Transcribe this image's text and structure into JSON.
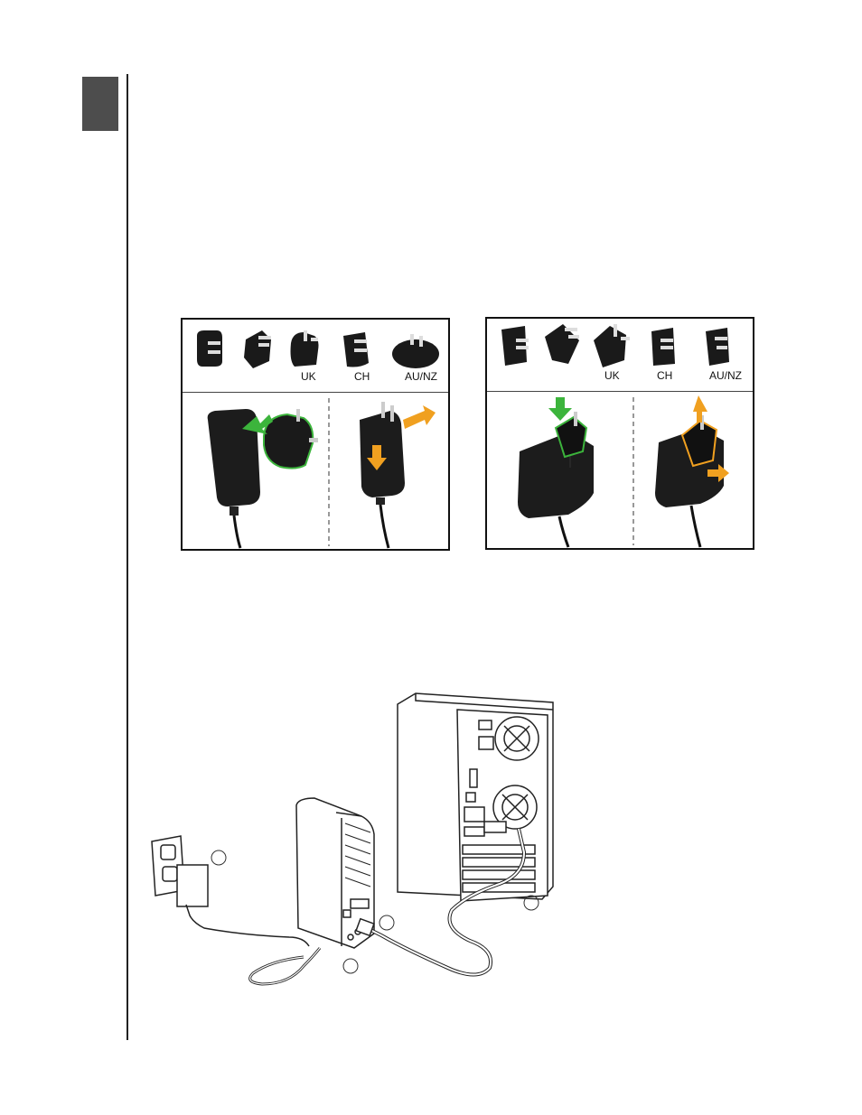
{
  "left_panel": {
    "plug_labels": [
      "UK",
      "CH",
      "AU/NZ"
    ]
  },
  "right_panel": {
    "plug_labels": [
      "UK",
      "CH",
      "AU/NZ"
    ]
  },
  "icons": {
    "tab": "chapter-tab",
    "plug": "plug-adapter-icon",
    "adapter": "power-adapter-icon",
    "arrow_in": "green-arrow-icon",
    "arrow_out": "orange-arrow-icon",
    "drive": "external-drive-icon",
    "computer": "desktop-computer-icon",
    "outlet": "wall-outlet-icon"
  },
  "colors": {
    "tab": "#4d4d4d",
    "install_arrow": "#3cb43c",
    "remove_arrow": "#f0a020"
  }
}
